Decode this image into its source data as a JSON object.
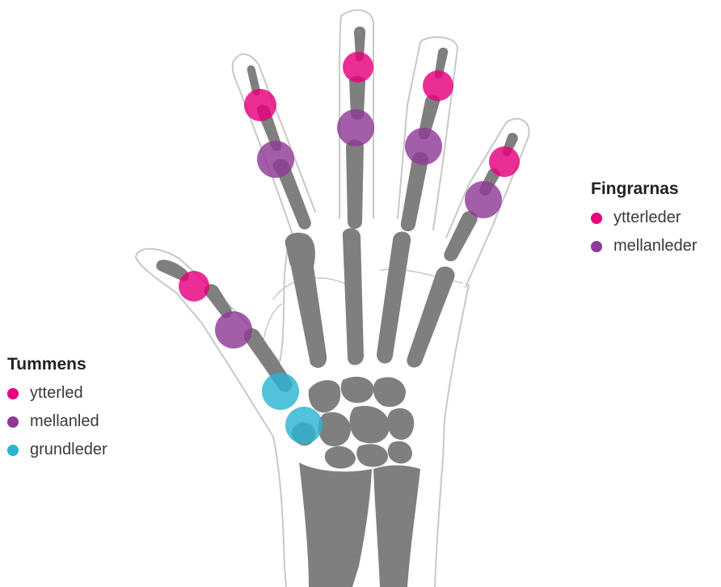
{
  "colors": {
    "bone": "#7f7f7f",
    "outline": "#c8c8c8",
    "background": "#ffffff",
    "joint_outer": "#e6007e",
    "joint_middle": "#8e3a96",
    "joint_base": "#29b5d2"
  },
  "legend_thumb": {
    "title": "Tummens",
    "items": [
      {
        "label": "ytterled",
        "color": "#e6007e"
      },
      {
        "label": "mellanled",
        "color": "#8e3a96"
      },
      {
        "label": "grundleder",
        "color": "#29b5d2"
      }
    ]
  },
  "legend_fingers": {
    "title": "Fingrarnas",
    "items": [
      {
        "label": "ytterleder",
        "color": "#e6007e"
      },
      {
        "label": "mellanleder",
        "color": "#8e3a96"
      }
    ]
  }
}
